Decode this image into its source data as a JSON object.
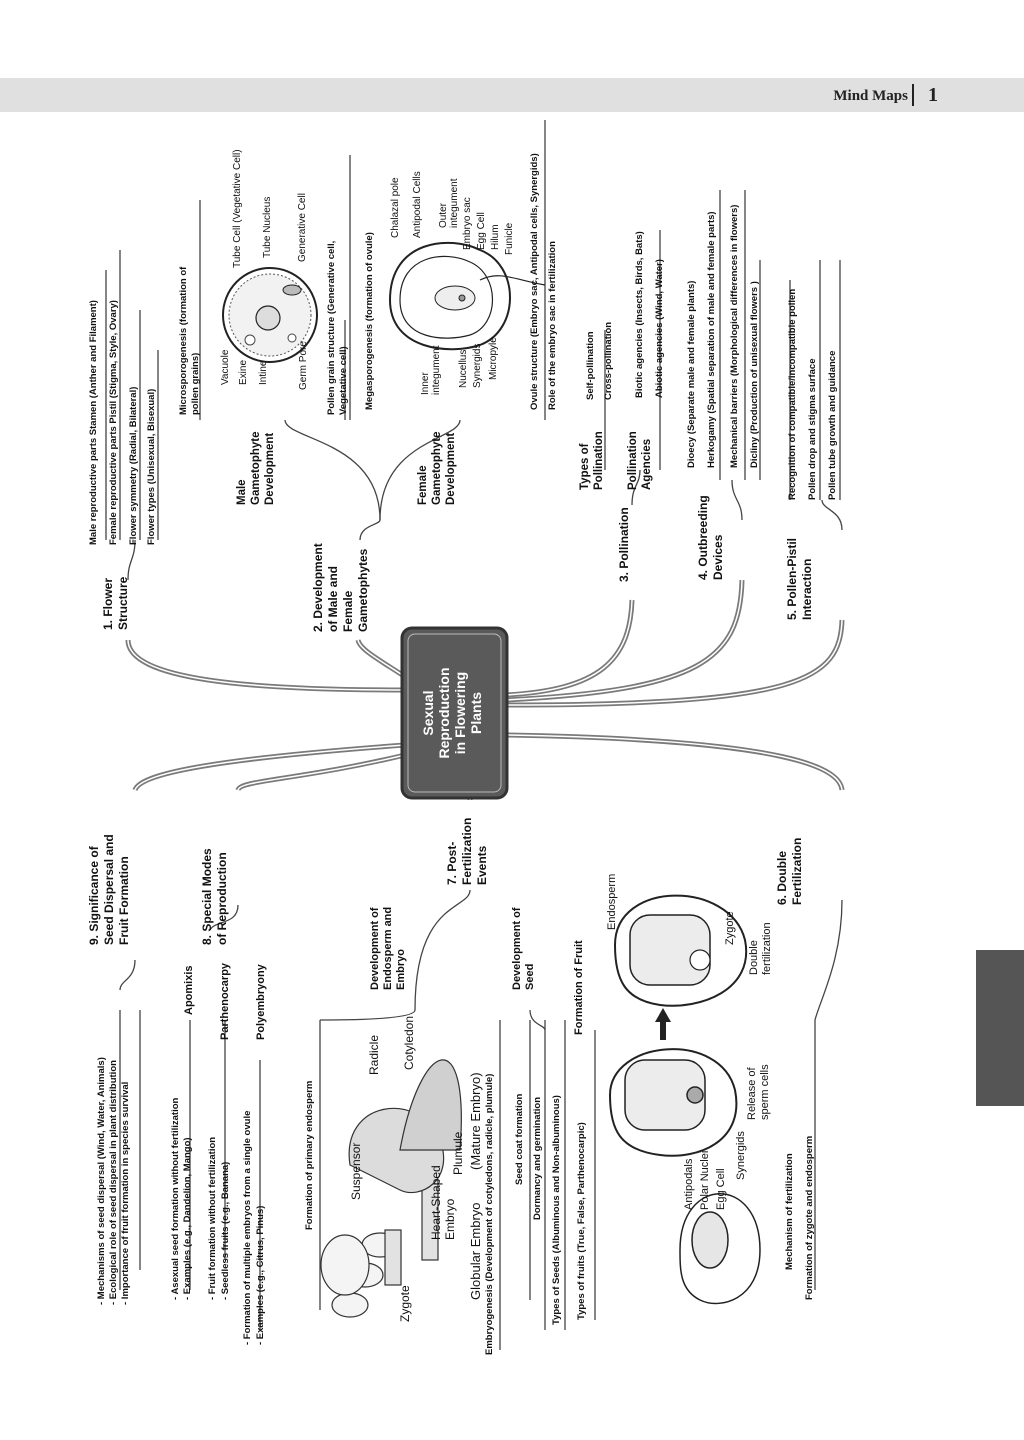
{
  "header": {
    "title": "Mind Maps",
    "page": "1"
  },
  "center": {
    "lines": [
      "Sexual",
      "Reproduction",
      "in Flowering",
      "Plants"
    ]
  },
  "b1": {
    "title": [
      "1. Flower",
      "Structure"
    ],
    "items": [
      "Male reproductive parts Stamen (Anther and Filament)",
      "Female reproductive parts Pistil (Stigma, Style, Ovary)",
      "Flower symmetry (Radial, Bilateral)",
      "Flower types (Unisexual, Bisexual)"
    ]
  },
  "b2": {
    "title": [
      "2. Development",
      "of Male and",
      "Female",
      "Gametophytes"
    ],
    "male": [
      "Male",
      "Gametophyte",
      "Development"
    ],
    "micro": [
      "Microsporogenesis (formation of",
      "pollen grains)"
    ],
    "pollen_labels": [
      "Tube Cell (Vegetative Cell)",
      "Tube Nucleus",
      "Generative Cell",
      "Vacuole",
      "Exine",
      "Intine",
      "Germ Pore"
    ],
    "pollen_structure": [
      "Pollen grain structure (Generative cell,",
      "Vegetative cell)"
    ],
    "female": [
      "Female",
      "Gametophyte",
      "Development"
    ],
    "mega": "Megasporogenesis (formation of ovule)",
    "ovule_labels": [
      "Chalazal pole",
      "Antipodal Cells",
      "Outer",
      "integument",
      "Embryo sac",
      "Egg Cell",
      "Hilum",
      "Funicle",
      "Inner",
      "integument",
      "Nucellus",
      "Synergids",
      "Micropyle"
    ],
    "ovule_structure": "Ovule structure (Embryo sac, Antipodal cells, Synergids)",
    "embryo_sac_role": "Role of the embryo sac in fertilization"
  },
  "b3": {
    "title": "3. Pollination",
    "types": [
      "Types of",
      "Pollination"
    ],
    "type_items": [
      "Self-pollination",
      "Cross-pollination"
    ],
    "agencies": [
      "Pollination",
      "Agencies"
    ],
    "agency_items": [
      "Biotic agencies (Insects, Birds, Bats)",
      "Abiotic agencies (Wind, Water)"
    ]
  },
  "b4": {
    "title": [
      "4. Outbreeding",
      "Devices"
    ],
    "items": [
      "Dioecy (Separate male and female plants)",
      "Herkogamy (Spatial separation of male and female parts)",
      "Mechanical barriers (Morphological differences in flowers)",
      "Dicliny (Production of unisexual flowers )"
    ]
  },
  "b5": {
    "title": [
      "5. Pollen-Pistil",
      "Interaction"
    ],
    "items": [
      "Recognition of compatible/incompatible pollen",
      "Pollen drop and stigma surface",
      "Pollen tube growth and guidance"
    ]
  },
  "b6": {
    "title": [
      "6. Double",
      "Fertilization"
    ],
    "items": [
      "Mechanism of fertilization",
      "Formation of zygote and endosperm"
    ],
    "labels": [
      "Antipodals",
      "Polar Nuclei",
      "Egg Cell",
      "Synergids",
      "Release of",
      "sperm cells",
      "Endosperm",
      "Zygote",
      "Double",
      "fertilization"
    ]
  },
  "b7": {
    "title": [
      "7. Post-",
      "Fertilization",
      "Events"
    ],
    "endo": [
      "Development of",
      "Endosperm and",
      "Embryo"
    ],
    "endo_items": [
      "Formation of primary endosperm",
      "Embryogenesis (Development of cotyledons, radicle, plumule)"
    ],
    "embryo_labels": [
      "Zygote",
      "Globular Embryo",
      "Heart-Shaped",
      "Embryo",
      "Suspensor",
      "Radicle",
      "Cotyledon",
      "Plumule",
      "(Mature Embryo)"
    ],
    "seed": [
      "Development of",
      "Seed"
    ],
    "seed_items": [
      "Seed coat formation",
      "Dormancy and germination",
      "Types of Seeds (Albuminous and Non-albuminous)"
    ],
    "fruit": "Formation of Fruit",
    "fruit_items": [
      "Types of fruits (True, False, Parthenocarpic)"
    ]
  },
  "b8": {
    "title": [
      "8. Special Modes",
      "of Reproduction"
    ],
    "apomixis": "Apomixis",
    "apomixis_items": [
      "- Asexual seed formation without fertilization",
      "- Examples (e.g., Dandelion, Mango)"
    ],
    "parthenocarpy": "Parthenocarpy",
    "parthenocarpy_items": [
      "- Fruit formation without fertilization",
      "- Seedless fruits (e.g., Banana)"
    ],
    "polyembryony": "Polyembryony",
    "polyembryony_items": [
      "- Formation of multiple embryos from a single ovule",
      "- Examples (e.g., Citrus, Pinus)"
    ]
  },
  "b9": {
    "title": [
      "9. Significance of",
      "Seed Dispersal and",
      "Fruit Formation"
    ],
    "items": [
      "- Mechanisms of seed dispersal (Wind, Water, Animals)",
      "- Ecological role of seed dispersal in plant distribution",
      "- Importance of fruit formation in species survival"
    ]
  }
}
